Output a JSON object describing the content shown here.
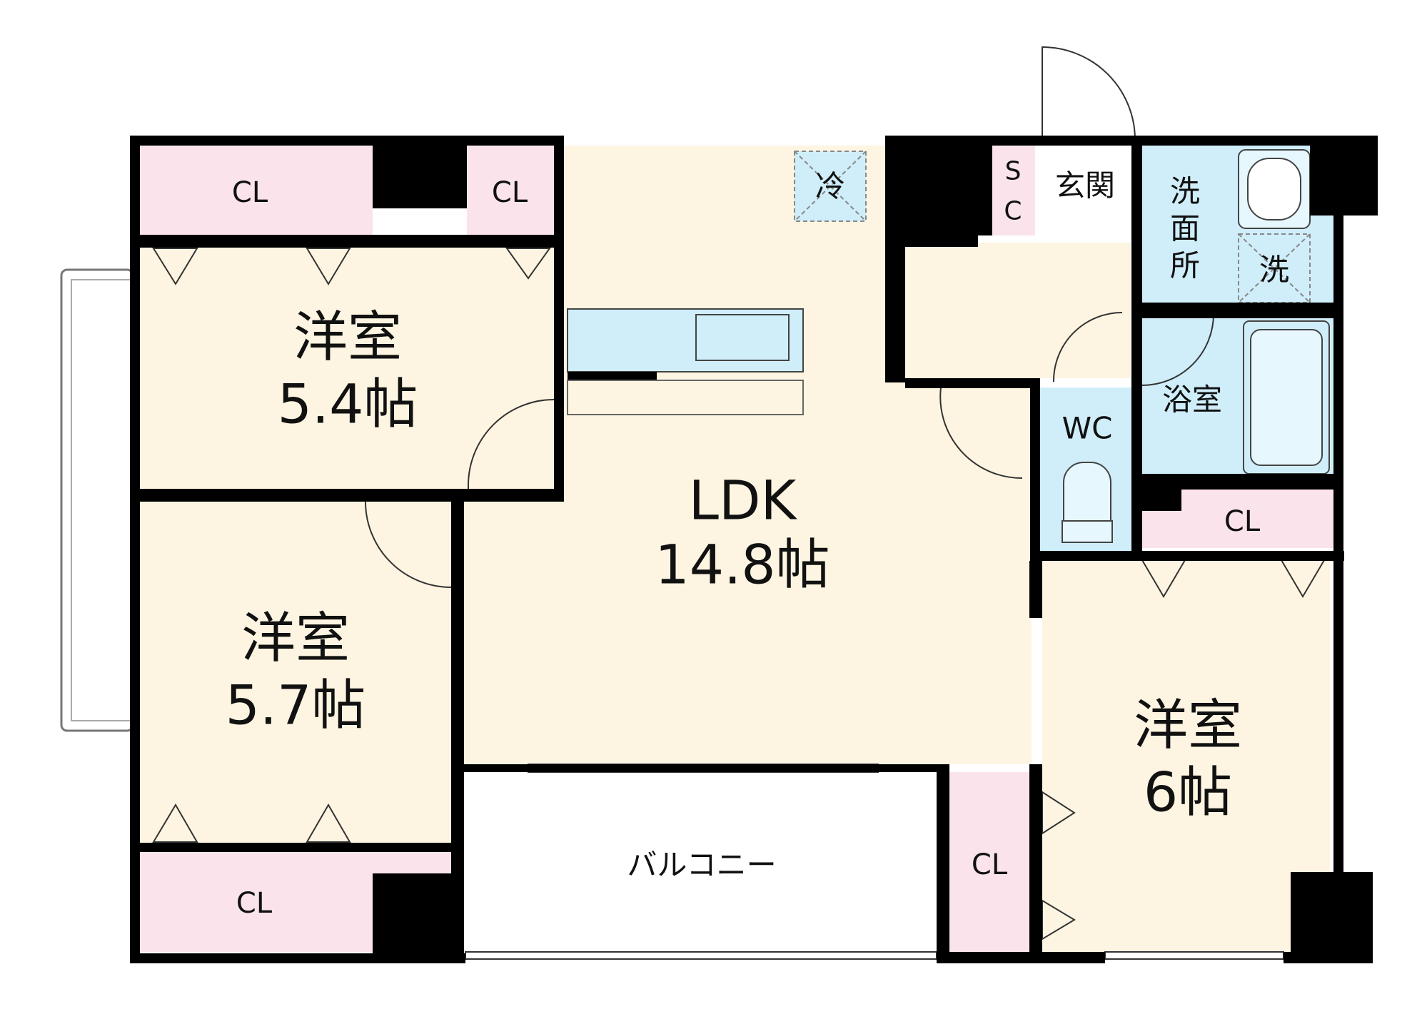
{
  "colors": {
    "room_floor": "#fdf5e1",
    "closet": "#fbe3ec",
    "wet_area": "#cfeefa",
    "balcony": "#ffffff",
    "wall": "#000000"
  },
  "rooms": {
    "western_1": {
      "name": "洋室",
      "area": "5.4帖"
    },
    "western_2": {
      "name": "洋室",
      "area": "5.7帖"
    },
    "western_3": {
      "name": "洋室",
      "area": "6帖"
    },
    "ldk": {
      "name": "LDK",
      "area": "14.8帖"
    },
    "balcony": {
      "name": "バルコニー"
    },
    "entrance": {
      "name": "玄関"
    },
    "shoe_closet": {
      "line1": "S",
      "line2": "C"
    },
    "washroom": {
      "line1": "洗",
      "line2": "面",
      "line3": "所"
    },
    "bathroom": {
      "name": "浴室"
    },
    "toilet": {
      "name": "WC"
    }
  },
  "closets": {
    "top_left": "CL",
    "top_mid": "CL",
    "bottom_left": "CL",
    "middle_right": "CL",
    "balcony_side": "CL"
  },
  "fixtures": {
    "fridge": "冷",
    "washer": "洗"
  }
}
